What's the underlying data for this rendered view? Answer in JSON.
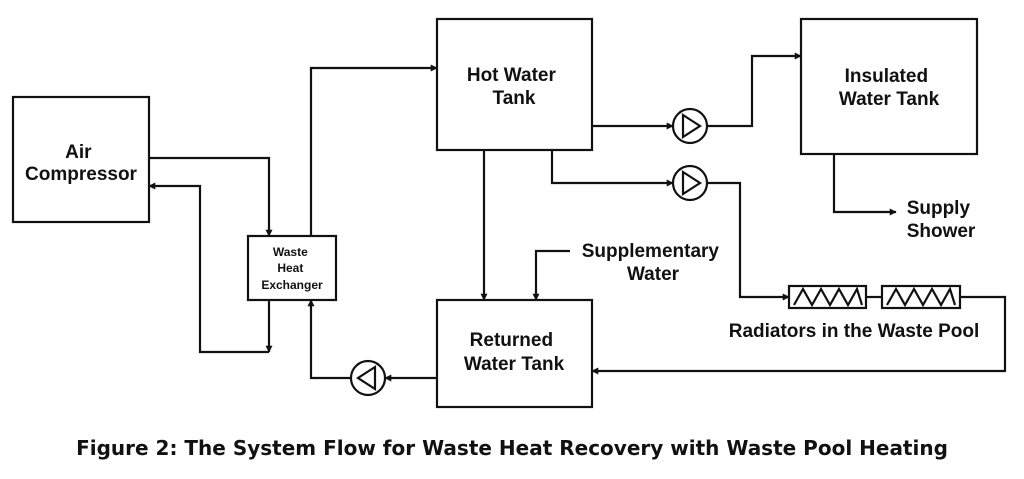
{
  "caption": "Figure 2: The System Flow for Waste Heat Recovery with Waste Pool Heating",
  "nodes": {
    "air_compressor": [
      "Air",
      "Compressor"
    ],
    "waste_heat_exchanger": [
      "Waste",
      "Heat",
      "Exchanger"
    ],
    "hot_water_tank": [
      "Hot Water",
      "Tank"
    ],
    "insulated_water_tank": [
      "Insulated",
      "Water Tank"
    ],
    "returned_water_tank": [
      "Returned",
      "Water Tank"
    ]
  },
  "labels": {
    "supply_shower": [
      "Supply",
      "Shower"
    ],
    "supplementary_water": [
      "Supplementary",
      "Water"
    ],
    "radiators": "Radiators in the Waste Pool"
  },
  "colors": {
    "stroke": "#111111",
    "background": "#ffffff"
  }
}
